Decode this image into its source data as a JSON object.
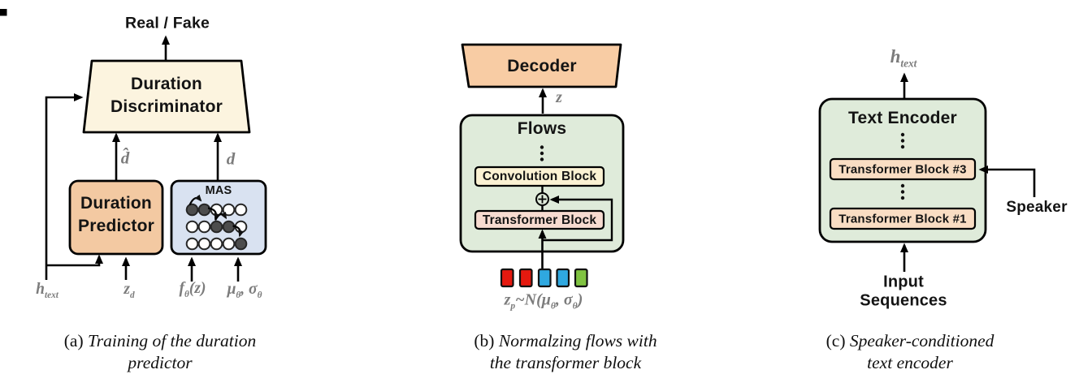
{
  "colors": {
    "line": "#000000",
    "discriminator_fill": "#FCF4DF",
    "predictor_fill": "#F3C9A2",
    "mas_fill": "#D9E2F1",
    "decoder_fill": "#F8CCA4",
    "green_fill": "#DFEBDA",
    "conv_fill": "#FBF2D3",
    "transformer_fill": "#F7DBD0",
    "transformer_c_fill": "#F9DDC3",
    "plus_fill": "#DFEBDA",
    "gray_label": "#7C7C7C",
    "mas_dot_filled": "#4D4D4D",
    "mas_dot_open": "#FFFFFF",
    "stray_mark": "#000000"
  },
  "panel_a": {
    "output_label": "Real / Fake",
    "discriminator_lines": [
      "Duration",
      "Discriminator"
    ],
    "predictor_lines": [
      "Duration",
      "Predictor"
    ],
    "mas_label": "MAS",
    "mas_grid": [
      [
        1,
        1,
        0,
        0,
        0
      ],
      [
        0,
        0,
        1,
        1,
        0
      ],
      [
        0,
        0,
        0,
        0,
        1
      ]
    ],
    "math": {
      "d_hat": [
        [
          "b",
          "d̂"
        ]
      ],
      "d": [
        [
          "b",
          "d"
        ]
      ],
      "h_text": [
        [
          "b",
          "h"
        ],
        [
          "s",
          "text"
        ]
      ],
      "z_d": [
        [
          "b",
          "z"
        ],
        [
          "s",
          "d"
        ]
      ],
      "f_z": [
        [
          "b",
          "f"
        ],
        [
          "s",
          "θ"
        ],
        [
          "b",
          "(z)"
        ]
      ],
      "mu_sigma": [
        [
          "b",
          "μ"
        ],
        [
          "s",
          "θ"
        ],
        [
          "b",
          ", σ"
        ],
        [
          "s",
          "θ"
        ]
      ]
    },
    "caption": {
      "prefix": "(a)",
      "line1": "Training of the duration",
      "line2": "predictor"
    }
  },
  "panel_b": {
    "decoder_label": "Decoder",
    "flows_label": "Flows",
    "conv_block_label": "Convolution Block",
    "transformer_block_label": "Transformer Block",
    "math": {
      "z": [
        [
          "b",
          "z"
        ]
      ],
      "z_p": [
        [
          "b",
          "z"
        ],
        [
          "s",
          "p"
        ],
        [
          "b",
          "~N(μ"
        ],
        [
          "s",
          "θ"
        ],
        [
          "b",
          ", σ"
        ],
        [
          "s",
          "θ"
        ],
        [
          "b",
          ")"
        ]
      ]
    },
    "token_colors": [
      "#E5190F",
      "#E5190F",
      "#2FA8E0",
      "#2FA8E0",
      "#80C341"
    ],
    "caption": {
      "prefix": "(b)",
      "line1": "Normalzing flows with",
      "line2": "the transformer block"
    }
  },
  "panel_c": {
    "encoder_label": "Text Encoder",
    "tb3_label": "Transformer Block #3",
    "tb1_label": "Transformer Block #1",
    "speaker_label": "Speaker",
    "input_lines": [
      "Input",
      "Sequences"
    ],
    "math": {
      "h_text": [
        [
          "b",
          "h"
        ],
        [
          "s",
          "text"
        ]
      ]
    },
    "caption": {
      "prefix": "(c)",
      "line1": "Speaker-conditioned",
      "line2": "text encoder"
    }
  }
}
